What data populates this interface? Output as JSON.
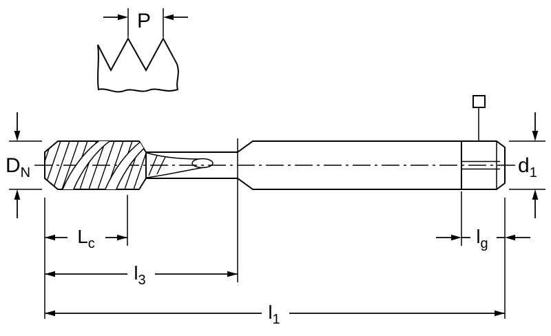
{
  "drawing": {
    "description": "Technical dimension drawing of a spiral-flute machine tap with thread pitch detail",
    "colors": {
      "background": "#ffffff",
      "line": "#000000",
      "part_fill": "#c8c8c8"
    },
    "labels": {
      "pitch": {
        "main": "P",
        "sub": ""
      },
      "nominal_diameter": {
        "main": "D",
        "sub": "N"
      },
      "shank_diameter": {
        "main": "d",
        "sub": "1"
      },
      "chamfer_length": {
        "main": "L",
        "sub": "c"
      },
      "thread_length": {
        "main": "l",
        "sub": "3"
      },
      "overall_length": {
        "main": "l",
        "sub": "1"
      },
      "square_length": {
        "main": "l",
        "sub": "g"
      }
    },
    "symbols": {
      "square_drive": "square-outline"
    }
  }
}
